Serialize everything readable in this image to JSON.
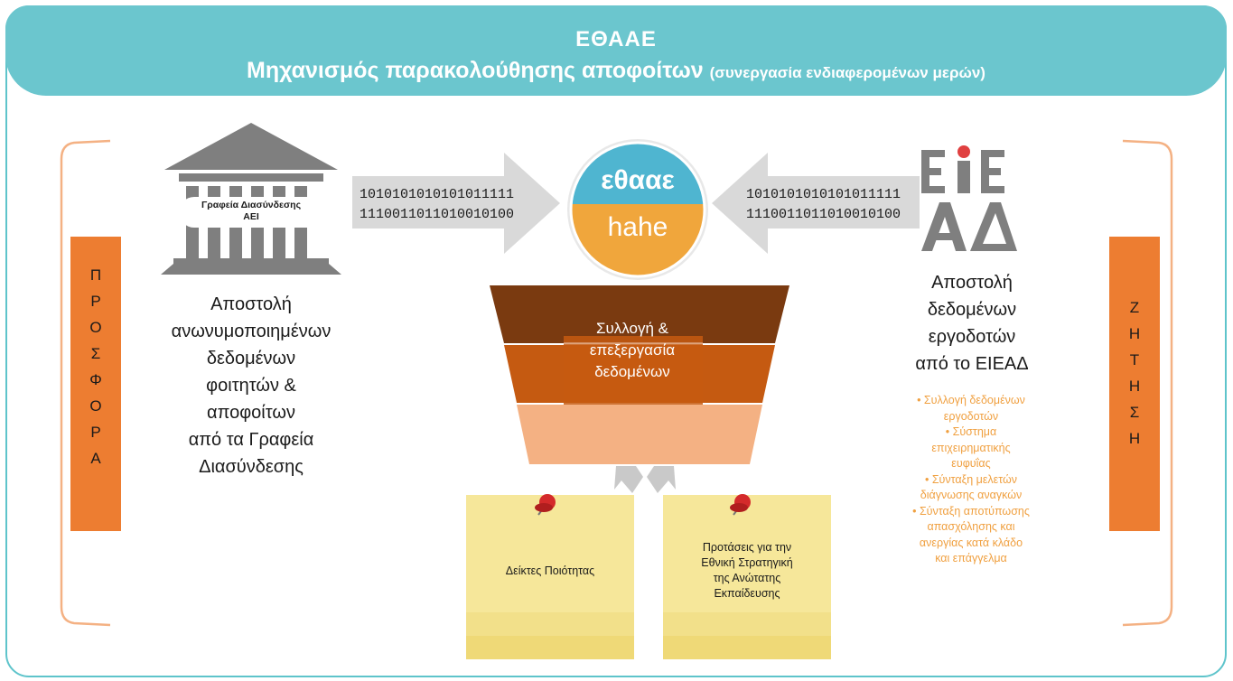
{
  "header": {
    "title": "ΕΘΑΑΕ",
    "subtitle": "Μηχανισμός παρακολούθησης αποφοίτων",
    "subtitle_note": "(συνεργασία ενδιαφερομένων μερών)"
  },
  "left_bar": {
    "letters": [
      "Π",
      "Ρ",
      "Ο",
      "Σ",
      "Φ",
      "Ο",
      "Ρ",
      "Α"
    ]
  },
  "right_bar": {
    "letters": [
      "Ζ",
      "Η",
      "Τ",
      "Η",
      "Σ",
      "Η"
    ]
  },
  "building": {
    "label_line1": "Γραφεία Διασύνδεσης",
    "label_line2": "ΑΕΙ"
  },
  "left_text": [
    "Αποστολή",
    "ανωνυμοποιημένων",
    "δεδομένων",
    "φοιτητών &",
    "αποφοίτων",
    "από τα Γραφεία",
    "Διασύνδεσης"
  ],
  "binary_left": [
    "1010101010101011111",
    "1110011011010010100"
  ],
  "binary_right": [
    "1010101010101011111",
    "1110011011010010100"
  ],
  "center_logo": {
    "top": "εθααε",
    "bottom": "hahe"
  },
  "eiead_logo": {
    "row1": "ΕΙΕ",
    "row2": "ΑΔ"
  },
  "right_text": [
    "Αποστολή",
    "δεδομένων",
    "εργοδοτών",
    "από το ΕΙΕΑΔ"
  ],
  "right_bullets": [
    [
      "•  Συλλογή δεδομένων",
      "εργοδοτών"
    ],
    [
      "•  Σύστημα",
      "επιχειρηματικής",
      "ευφυΐας"
    ],
    [
      "•  Σύνταξη μελετών",
      "διάγνωσης αναγκών"
    ],
    [
      "•  Σύνταξη αποτύπωσης",
      "απασχόλησης και",
      "ανεργίας κατά κλάδο",
      "και επάγγελμα"
    ]
  ],
  "funnel": {
    "lines": [
      "Συλλογή &",
      "επεξεργασία",
      "δεδομένων"
    ]
  },
  "note1": {
    "text": "Δείκτες Ποιότητας"
  },
  "note2": {
    "lines": [
      "Προτάσεις για την",
      "Εθνική Στρατηγική",
      "της Ανώτατης",
      "Εκπαίδευσης"
    ]
  },
  "colors": {
    "teal": "#6bc6ce",
    "orange": "#ed7d31",
    "brown_dark": "#7a3a10",
    "brown_mid": "#c55a11",
    "peach": "#f4b183"
  }
}
